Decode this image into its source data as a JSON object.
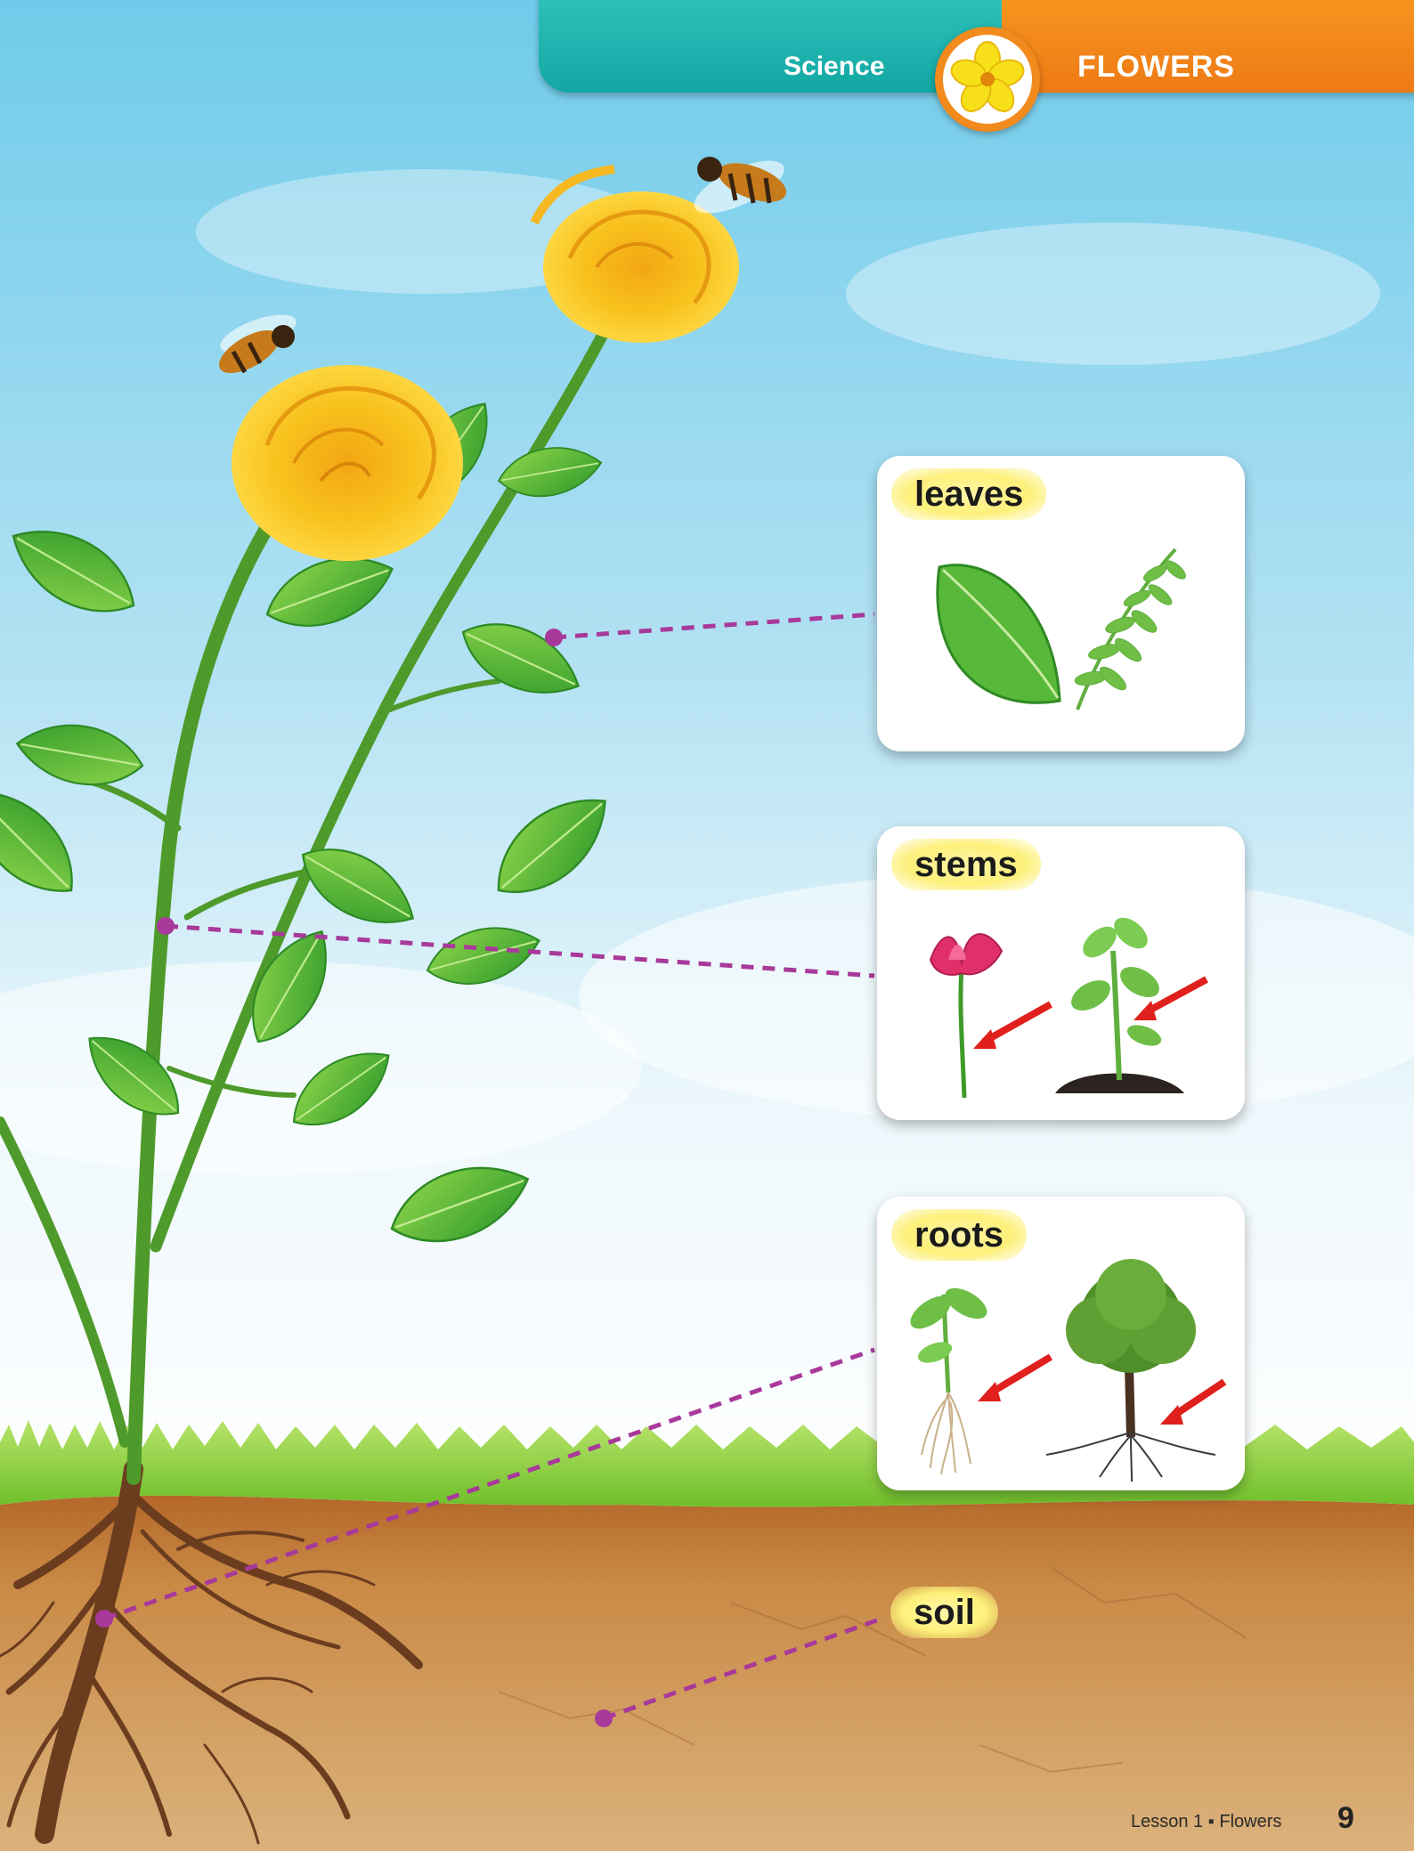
{
  "header": {
    "subject": "Science",
    "topic": "FLOWERS",
    "badge_icon": "flower-icon",
    "colors": {
      "teal": "#16aba6",
      "orange": "#f28a1d"
    }
  },
  "labels": {
    "leaves": "leaves",
    "stems": "stems",
    "roots": "roots",
    "soil": "soil"
  },
  "cards": [
    {
      "label": "leaves",
      "images": [
        "leaf-icon",
        "fern-frond-icon"
      ]
    },
    {
      "label": "stems",
      "images": [
        "tulip-icon",
        "seedling-in-soil-icon"
      ],
      "pointer": "red-arrow-icon"
    },
    {
      "label": "roots",
      "images": [
        "uprooted-plant-icon",
        "tree-with-roots-icon"
      ],
      "pointer": "red-arrow-icon"
    }
  ],
  "callout_color": "#a8399a",
  "footer": {
    "lesson": "Lesson 1 ▪ Flowers",
    "page": "9"
  }
}
